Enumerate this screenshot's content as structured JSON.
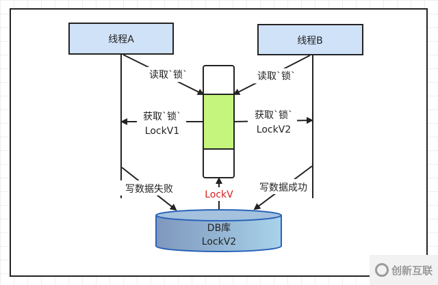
{
  "diagram": {
    "thread_a": "线程A",
    "thread_b": "线程B",
    "read_lock_a": "读取`锁`",
    "read_lock_b": "读取`锁`",
    "acquire_lock_a": "获取`锁`",
    "acquire_version_a": "LockV1",
    "acquire_lock_b": "获取`锁`",
    "acquire_version_b": "LockV2",
    "write_fail": "写数据失败",
    "write_success": "写数据成功",
    "lock_version": "LockV",
    "db_name": "DB库",
    "db_version": "LockV2"
  },
  "watermark": "创新互联",
  "colors": {
    "thread_box": "#cfe2f8",
    "lock_green": "#c6f57e",
    "lock_version_text": "#d62020",
    "db_fill": "#8faed0"
  }
}
